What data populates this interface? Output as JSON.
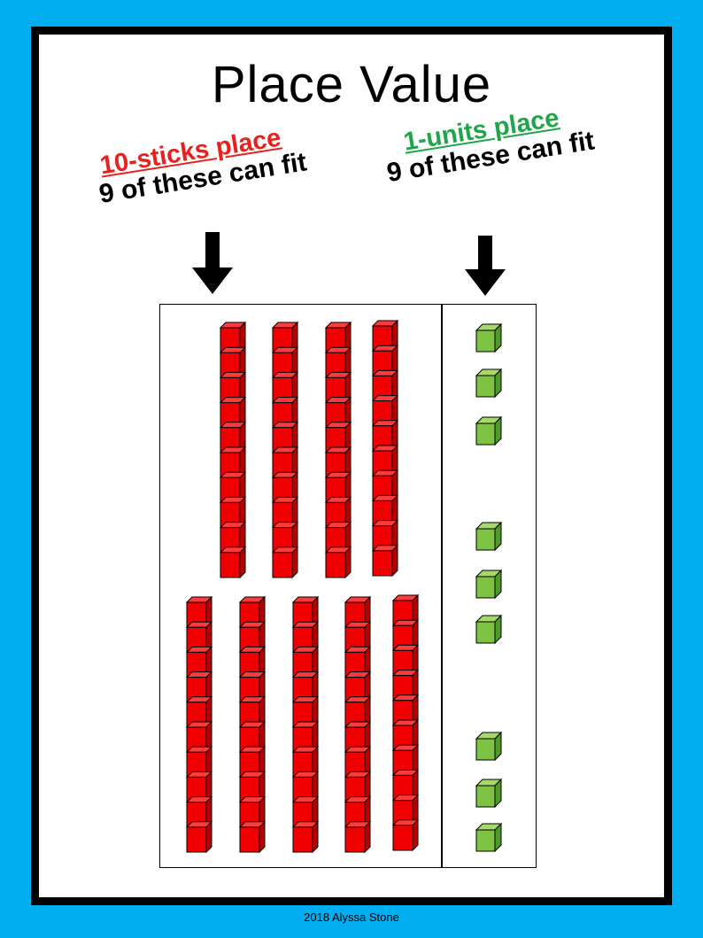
{
  "title": "Place Value",
  "tens": {
    "heading": "10-sticks place",
    "subtext": "9 of these can fit",
    "color": "#e8211f",
    "sticks_shown": 9,
    "cubes_per_stick": 10
  },
  "units": {
    "heading": "1-units place",
    "subtext": "9 of these can fit",
    "color": "#1fa64a",
    "cubes_shown": 9
  },
  "footer": "2018 Alyssa Stone",
  "colors": {
    "background": "#00adef",
    "stick_face": "#f00000",
    "unit_face": "#7dc242"
  }
}
